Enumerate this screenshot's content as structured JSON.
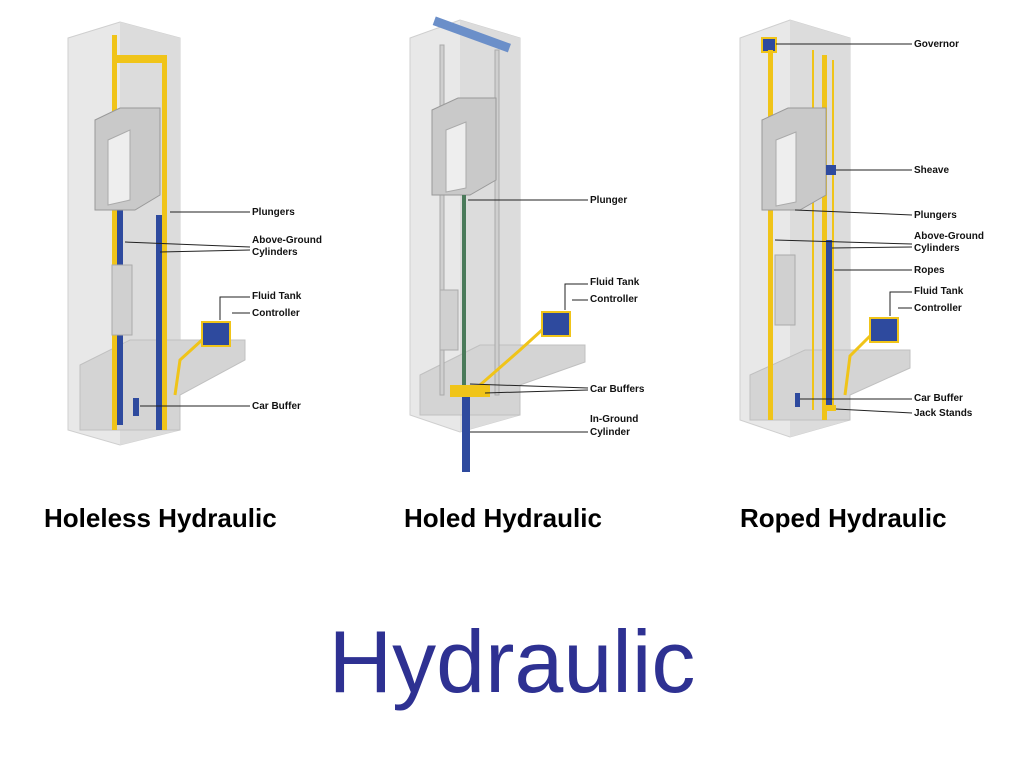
{
  "colors": {
    "title": "#2e3192",
    "rail": "#f0c419",
    "cylinder": "#2e4a9e",
    "shaft": "#e6e6e6"
  },
  "diagrams": [
    {
      "caption": "Holeless Hydraulic",
      "labels": {
        "plungers": "Plungers",
        "cyl_1": "Above-Ground",
        "cyl_2": "Cylinders",
        "fluid_tank": "Fluid Tank",
        "controller": "Controller",
        "car_buffer": "Car Buffer"
      }
    },
    {
      "caption": "Holed Hydraulic",
      "labels": {
        "plunger": "Plunger",
        "fluid_tank": "Fluid Tank",
        "controller": "Controller",
        "car_buffers": "Car Buffers",
        "inground_1": "In-Ground",
        "inground_2": "Cylinder"
      }
    },
    {
      "caption": "Roped Hydraulic",
      "labels": {
        "governor": "Governor",
        "sheave": "Sheave",
        "plungers": "Plungers",
        "cyl_1": "Above-Ground",
        "cyl_2": "Cylinders",
        "ropes": "Ropes",
        "fluid_tank": "Fluid Tank",
        "controller": "Controller",
        "car_buffer": "Car Buffer",
        "jack_stands": "Jack Stands"
      }
    }
  ],
  "title": "Hydraulic"
}
